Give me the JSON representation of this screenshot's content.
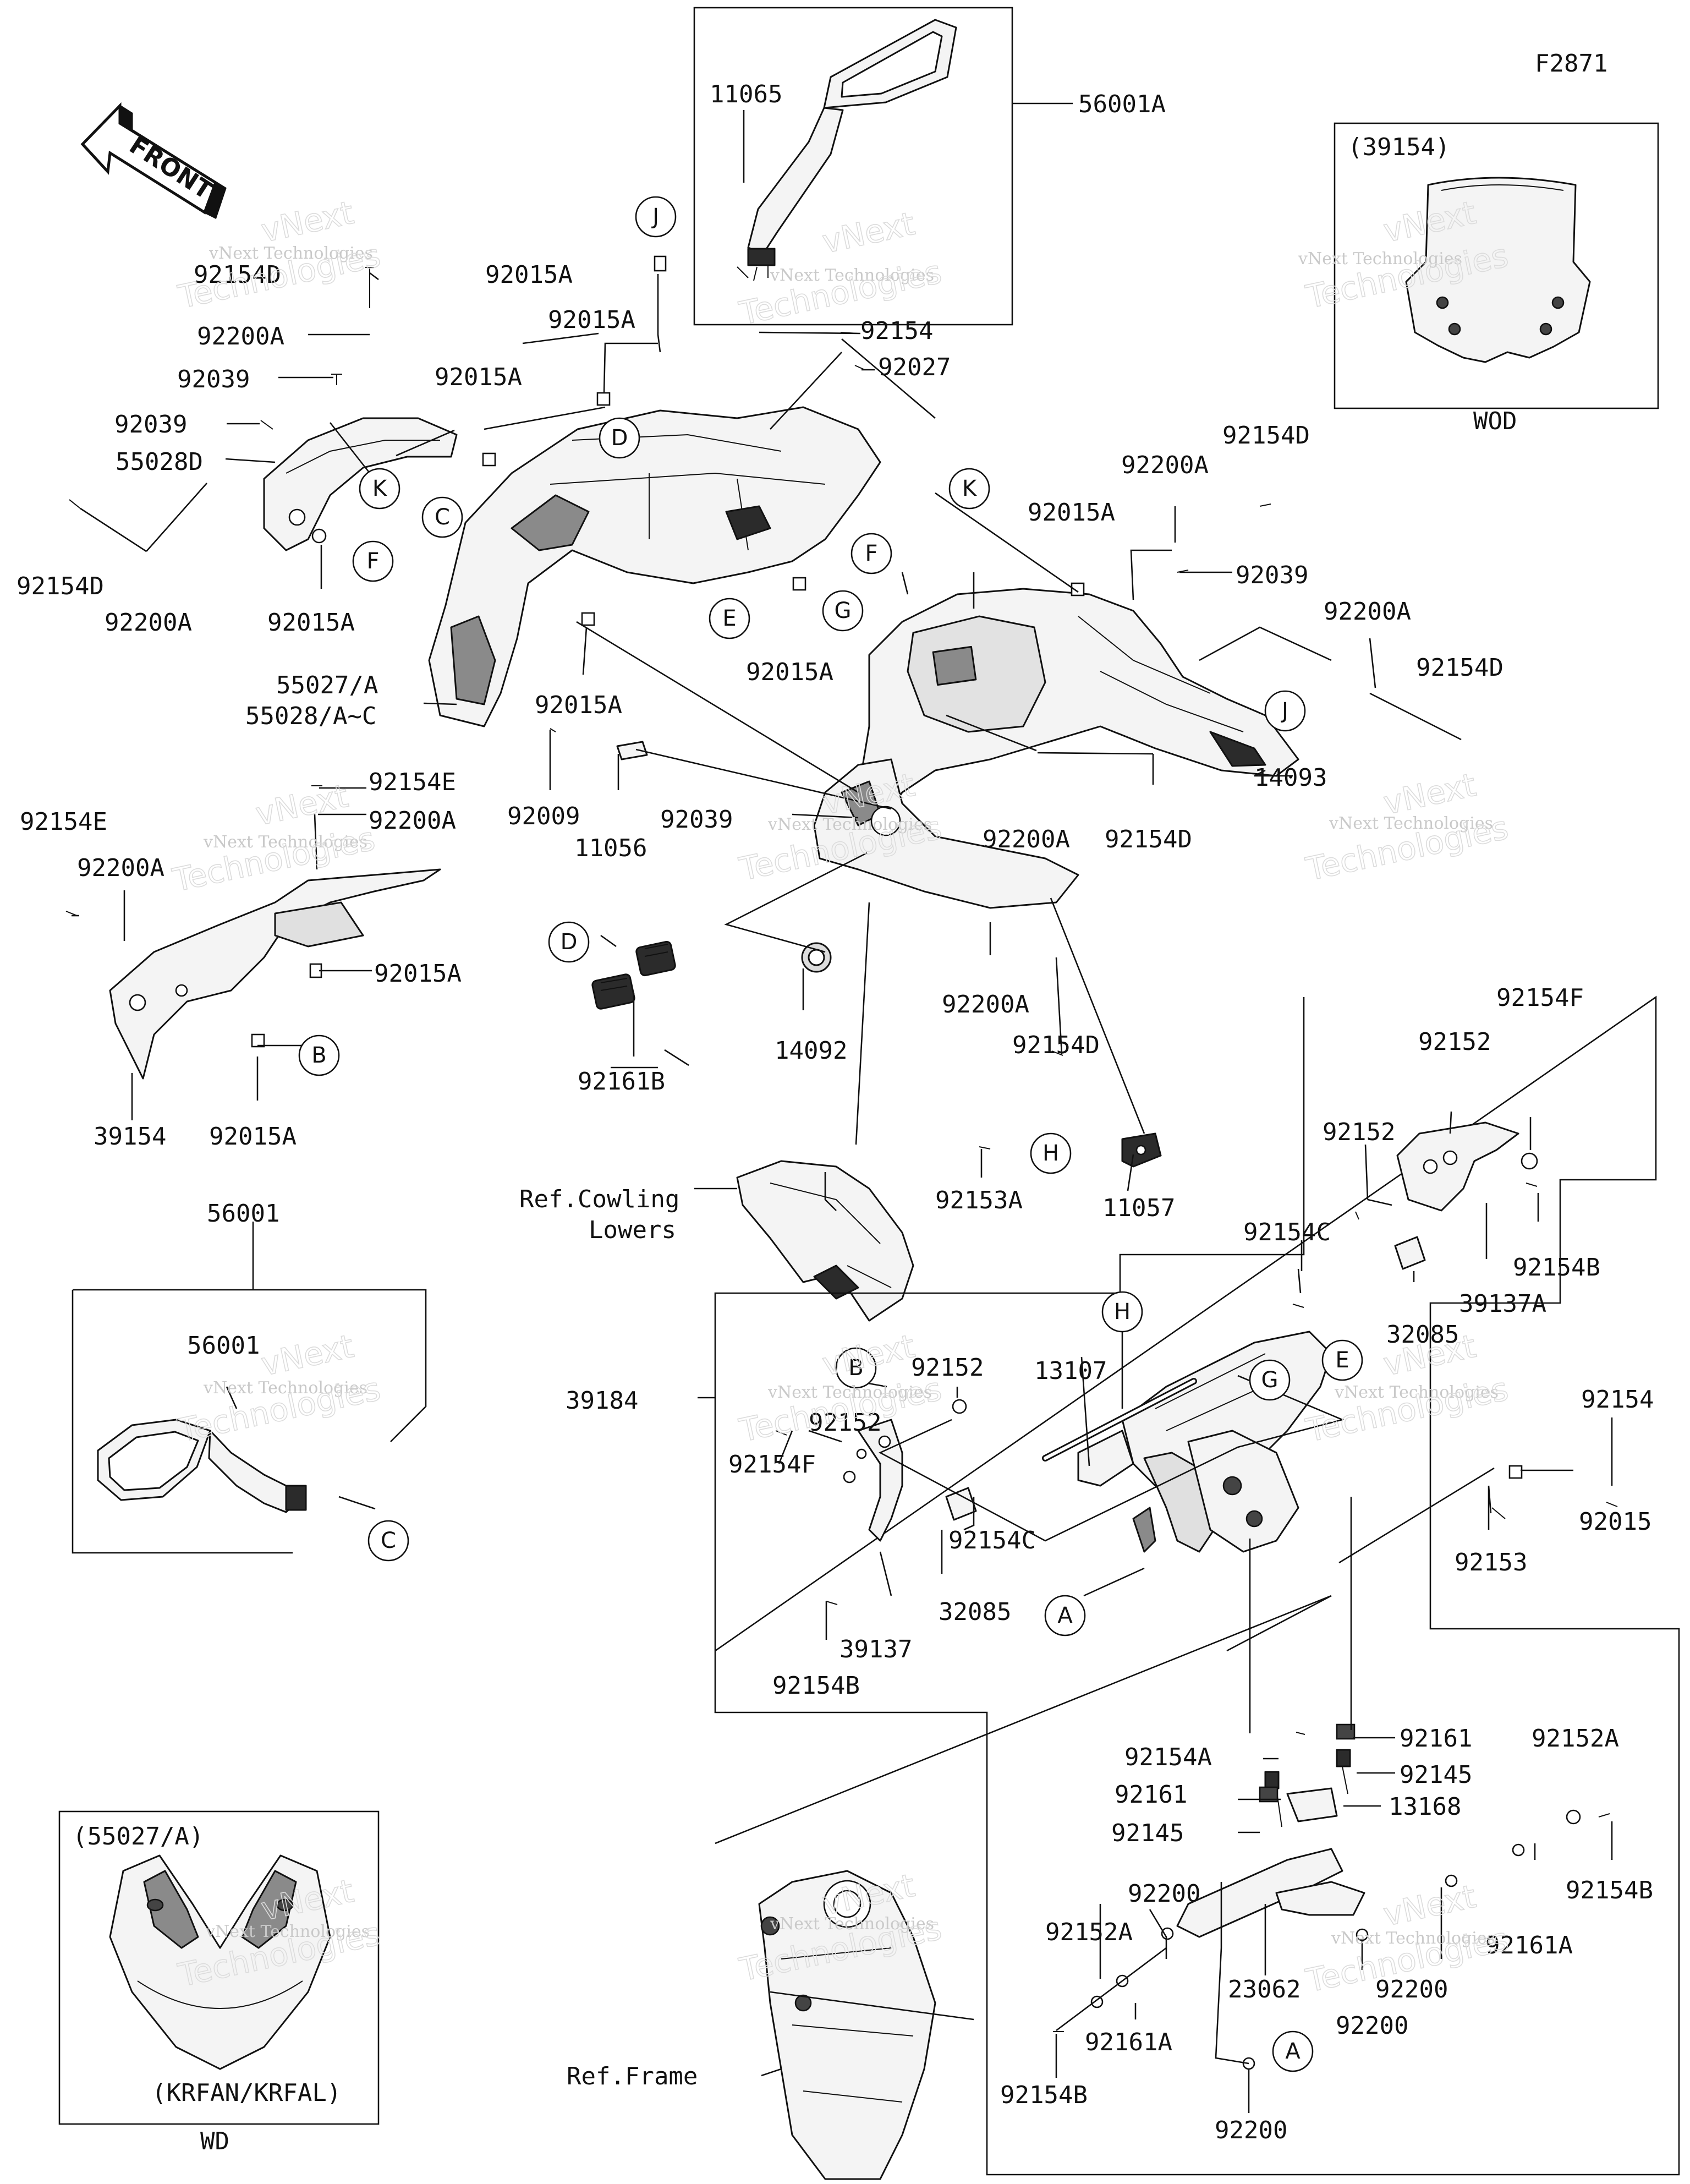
{
  "diagram_code": "F2871",
  "front_label": "FRONT",
  "watermark": {
    "line1": "vNext Technologies",
    "line2": "vNext",
    "line3": "Technologies"
  },
  "insets": {
    "wod": {
      "label": "WOD",
      "part_ref": "(39154)"
    },
    "wd": {
      "label": "WD",
      "part_ref": "(55027/A)",
      "model_note": "(KRFAN/KRFAL)"
    },
    "mirror_left": {
      "part_ref": "56001"
    }
  },
  "references": {
    "cowling": [
      "Ref.Cowling",
      "Lowers"
    ],
    "frame": "Ref.Frame"
  },
  "callout_letters": [
    "A",
    "B",
    "C",
    "D",
    "E",
    "F",
    "G",
    "H",
    "J",
    "K"
  ],
  "parts": {
    "p01": "11065",
    "p02": "56001A",
    "p03": "92015A",
    "p04": "92154D",
    "p05": "92200A",
    "p06": "92039",
    "p07": "55028D",
    "p08": "92154",
    "p09": "92027",
    "p10": "55027/A",
    "p11": "55028/A~C",
    "p12": "92009",
    "p13": "11056",
    "p14": "92154E",
    "p15": "14093",
    "p16": "39154",
    "p17": "14092",
    "p18": "92161B",
    "p19": "92153A",
    "p20": "11057",
    "p21": "56001",
    "p22": "92154F",
    "p23": "92152",
    "p24": "92154C",
    "p25": "92154B",
    "p26": "39137A",
    "p27": "32085",
    "p28": "13107",
    "p29": "92015",
    "p30": "39184",
    "p31": "92153",
    "p32": "39137",
    "p33": "92154A",
    "p34": "92161",
    "p35": "92145",
    "p36": "13168",
    "p37": "92152A",
    "p38": "92200",
    "p39": "92161A",
    "p40": "23062"
  }
}
